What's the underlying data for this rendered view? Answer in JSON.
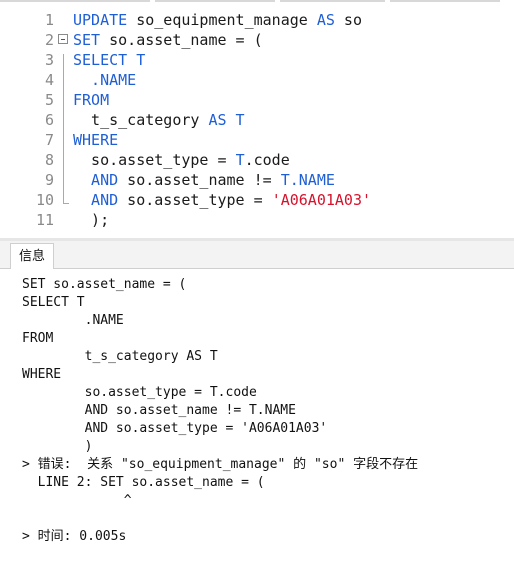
{
  "editor": {
    "lines": [
      {
        "n": "1",
        "segs": [
          {
            "t": "UPDATE",
            "k": "kw"
          },
          {
            "t": " so_equipment_manage ",
            "k": ""
          },
          {
            "t": "AS",
            "k": "kw"
          },
          {
            "t": " so",
            "k": ""
          }
        ]
      },
      {
        "n": "2",
        "segs": [
          {
            "t": "SET",
            "k": "kw"
          },
          {
            "t": " so.asset_name = (",
            "k": ""
          }
        ]
      },
      {
        "n": "3",
        "segs": [
          {
            "t": "SELECT",
            "k": "kw"
          },
          {
            "t": " T",
            "k": "kw"
          }
        ]
      },
      {
        "n": "4",
        "segs": [
          {
            "t": "  .NAME",
            "k": "kw"
          }
        ]
      },
      {
        "n": "5",
        "segs": [
          {
            "t": "FROM",
            "k": "kw"
          }
        ]
      },
      {
        "n": "6",
        "segs": [
          {
            "t": "  t_s_category ",
            "k": ""
          },
          {
            "t": "AS",
            "k": "kw"
          },
          {
            "t": " T",
            "k": "kw"
          }
        ]
      },
      {
        "n": "7",
        "segs": [
          {
            "t": "WHERE",
            "k": "kw"
          }
        ]
      },
      {
        "n": "8",
        "segs": [
          {
            "t": "  so.asset_type = ",
            "k": ""
          },
          {
            "t": "T",
            "k": "kw"
          },
          {
            "t": ".code",
            "k": ""
          }
        ]
      },
      {
        "n": "9",
        "segs": [
          {
            "t": "  AND",
            "k": "kw"
          },
          {
            "t": " so.asset_name != ",
            "k": ""
          },
          {
            "t": "T.NAME",
            "k": "kw"
          }
        ]
      },
      {
        "n": "10",
        "segs": [
          {
            "t": "  AND",
            "k": "kw"
          },
          {
            "t": " so.asset_type = ",
            "k": ""
          },
          {
            "t": "'A06A01A03'",
            "k": "str"
          }
        ]
      },
      {
        "n": "11",
        "segs": [
          {
            "t": "  );",
            "k": ""
          }
        ]
      }
    ]
  },
  "info": {
    "tab_label": "信息",
    "lines": [
      "SET so.asset_name = (",
      "SELECT T",
      "        .NAME",
      "FROM",
      "        t_s_category AS T",
      "WHERE",
      "        so.asset_type = T.code",
      "        AND so.asset_name != T.NAME",
      "        AND so.asset_type = 'A06A01A03'",
      "        )",
      "> 错误:  关系 \"so_equipment_manage\" 的 \"so\" 字段不存在",
      "  LINE 2: SET so.asset_name = (",
      "             ^",
      "",
      "> 时间: 0.005s"
    ]
  },
  "colors": {
    "keyword": "#1f5fd6",
    "string": "#d6132c",
    "line_number": "#8a8a8a"
  }
}
